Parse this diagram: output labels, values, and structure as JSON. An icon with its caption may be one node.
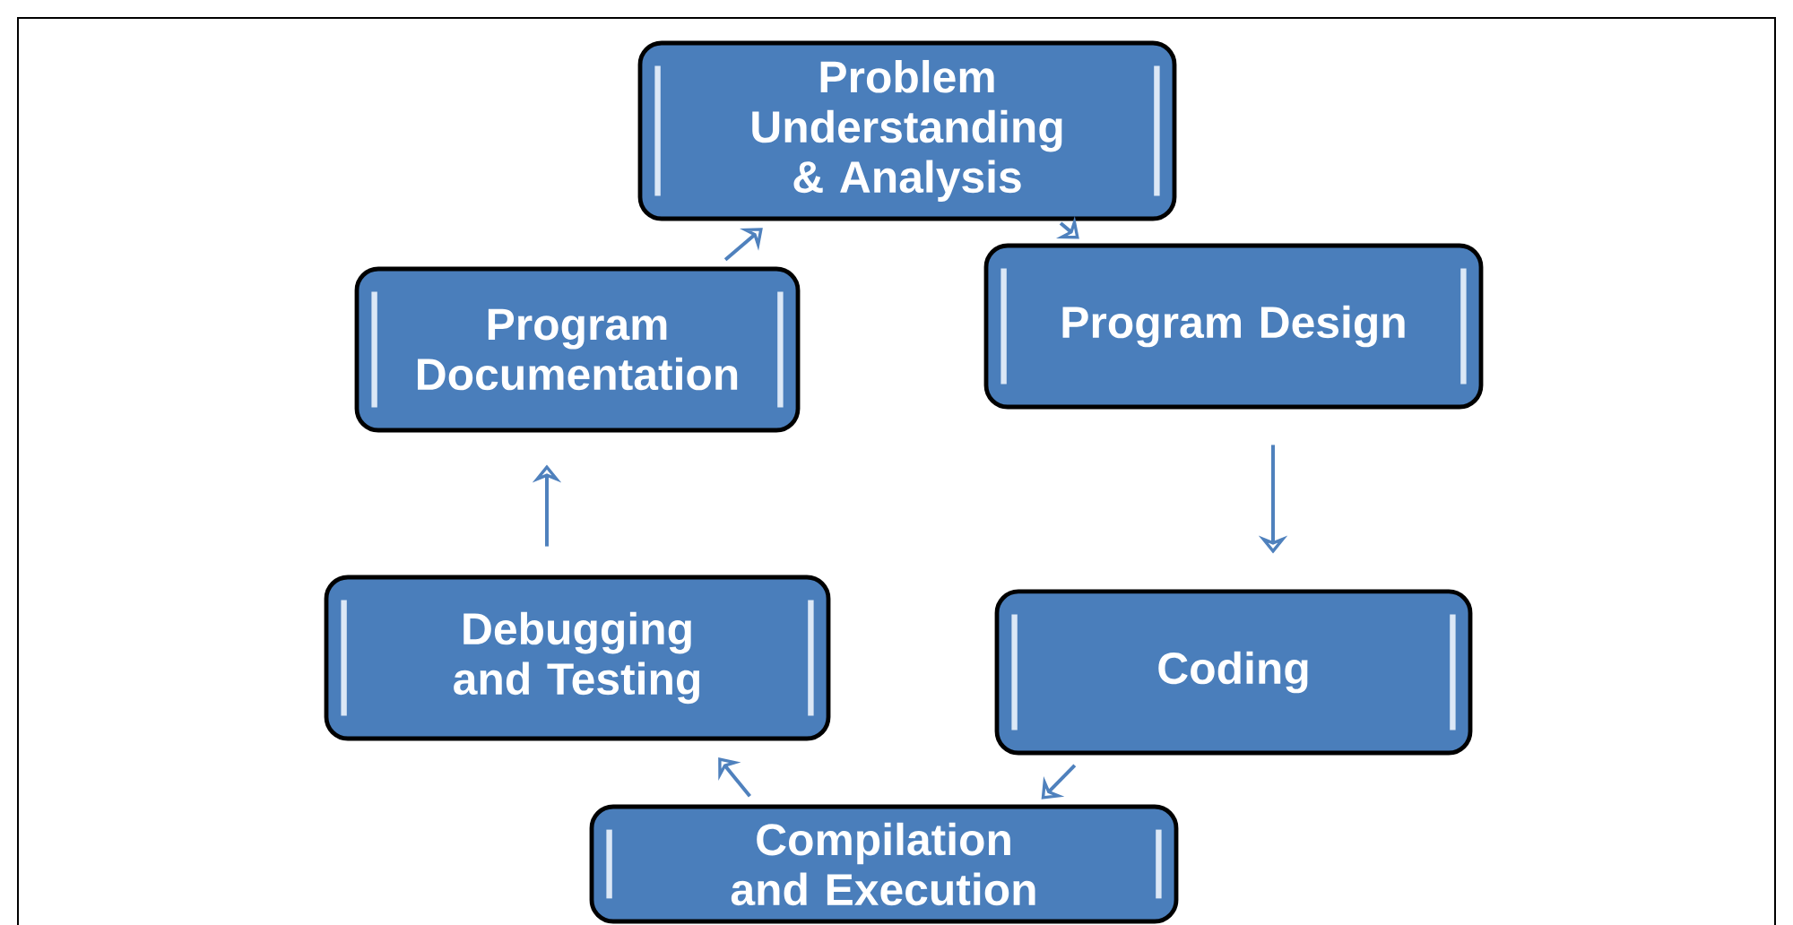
{
  "diagram": {
    "nodes": [
      {
        "text": [
          "Problem Understanding & Analysis"
        ]
      },
      {
        "text": [
          "Program Design"
        ]
      },
      {
        "text": [
          "Coding"
        ]
      },
      {
        "text": [
          "Compilation and Execution"
        ]
      },
      {
        "text": [
          "Debugging and Testing"
        ]
      },
      {
        "text": [
          "Program Documentation"
        ]
      }
    ],
    "edges": [
      {
        "from": 0,
        "to": 1,
        "arrow": "to"
      },
      {
        "from": 1,
        "to": 2,
        "arrow": "to"
      },
      {
        "from": 2,
        "to": 3,
        "arrow": "to"
      },
      {
        "from": 3,
        "to": 4,
        "arrow": "to"
      },
      {
        "from": 4,
        "to": 5,
        "arrow": "to"
      },
      {
        "from": 5,
        "to": 0,
        "arrow": "to"
      }
    ]
  }
}
